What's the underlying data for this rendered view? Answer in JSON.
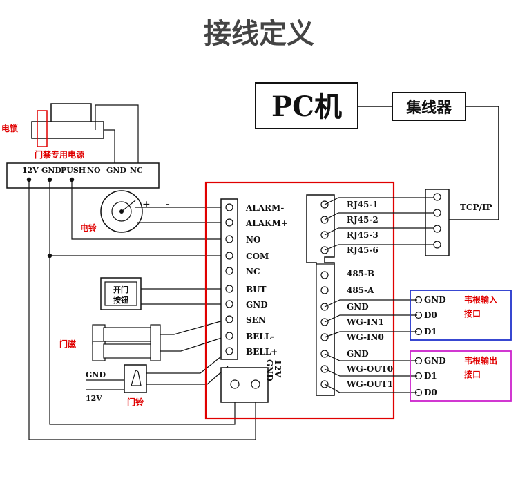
{
  "title": "接线定义",
  "pc_box": "PC机",
  "hub_box": "集线器",
  "tcpip_label": "TCP/IP",
  "power_supply": {
    "label": "门禁专用电源",
    "terminals": [
      "12V",
      "GND",
      "PUSH",
      "NO",
      "GND",
      "NC"
    ]
  },
  "lock_label": "电锁",
  "bell_label": "电铃",
  "bell_plus": "+",
  "bell_minus": "-",
  "exit_button": {
    "line1": "开门",
    "line2": "按钮"
  },
  "door_magnet_label": "门磁",
  "door_bell": {
    "label": "门铃",
    "gnd": "GND",
    "v12": "12V"
  },
  "controller_left_terminals": [
    "ALARM-",
    "ALAKM+",
    "NO",
    "COM",
    "NC",
    "BUT",
    "GND",
    "SEN",
    "BELL-",
    "BELL+"
  ],
  "controller_power": {
    "v12": "12V",
    "gnd": "GND"
  },
  "controller_right_terminals": [
    "RJ45-1",
    "RJ45-2",
    "RJ45-3",
    "RJ45-6",
    "485-B",
    "485-A",
    "GND",
    "WG-IN1",
    "WG-IN0",
    "GND",
    "WG-OUT0",
    "WG-OUT1"
  ],
  "wiegand_in": {
    "label_line1": "韦根输入",
    "label_line2": "接口",
    "pins": [
      "GND",
      "D0",
      "D1"
    ],
    "border_color": "#2233cc"
  },
  "wiegand_out": {
    "label_line1": "韦根输出",
    "label_line2": "接口",
    "pins": [
      "GND",
      "D1",
      "D0"
    ],
    "border_color": "#cc22cc"
  },
  "colors": {
    "controller_border": "#e00000",
    "label_red": "#e00000"
  }
}
